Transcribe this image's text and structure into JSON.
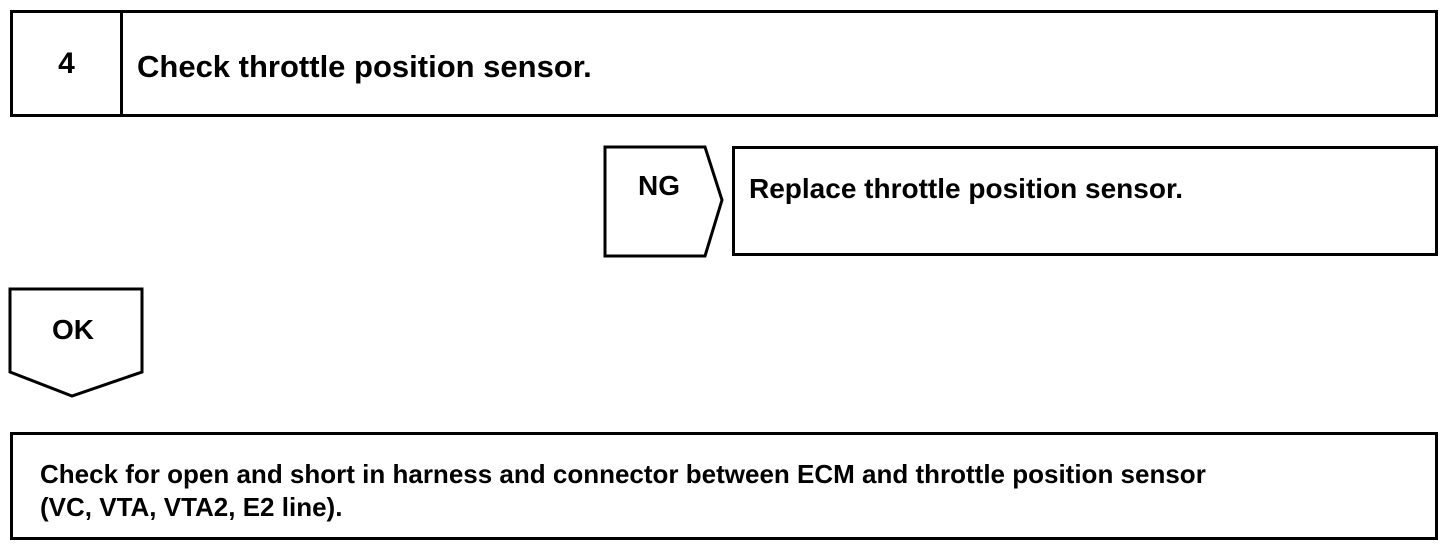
{
  "step": {
    "number": "4",
    "title": "Check throttle position sensor."
  },
  "ng_branch": {
    "label": "NG",
    "action": "Replace throttle position sensor."
  },
  "ok_branch": {
    "label": "OK"
  },
  "next_step": {
    "line1": "Check for open and short in harness and connector between ECM and throttle position sensor",
    "line2": "(VC, VTA, VTA2, E2 line)."
  }
}
